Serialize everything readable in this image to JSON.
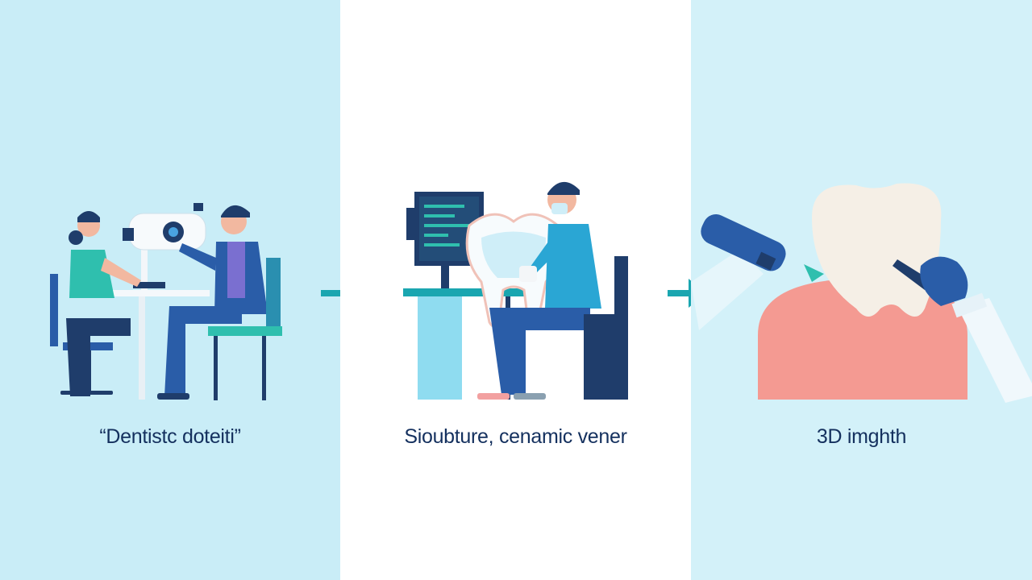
{
  "steps": [
    {
      "caption": "“Dentistc doteiti”"
    },
    {
      "caption": "Sioubture, cenamic vener"
    },
    {
      "caption": "3D imghth"
    }
  ],
  "colors": {
    "panel1": "#c9edf7",
    "panel2": "#ffffff",
    "panel3": "#d3f1f9",
    "arrow": "#1aa6b0",
    "caption": "#14305e"
  }
}
